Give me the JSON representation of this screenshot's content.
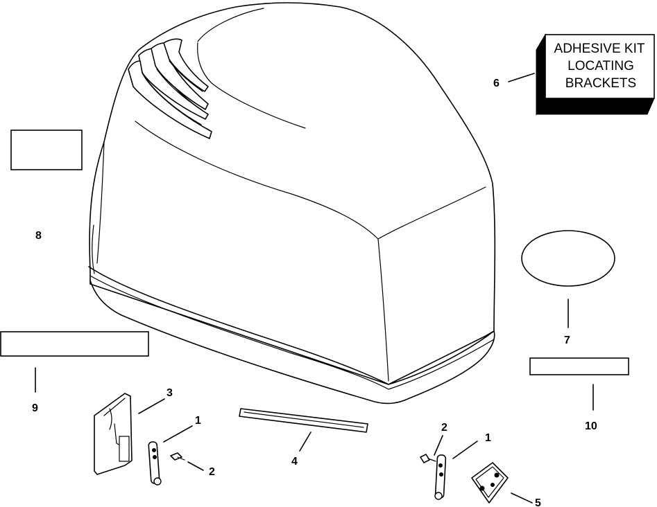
{
  "callouts": {
    "c1a": "1",
    "c1b": "1",
    "c2a": "2",
    "c2b": "2",
    "c3": "3",
    "c4": "4",
    "c5": "5",
    "c6": "6",
    "c7": "7",
    "c8": "8",
    "c9": "9",
    "c10": "10"
  },
  "adhesive_kit": {
    "line1": "ADHESIVE KIT",
    "line2": "LOCATING",
    "line3": "BRACKETS"
  }
}
